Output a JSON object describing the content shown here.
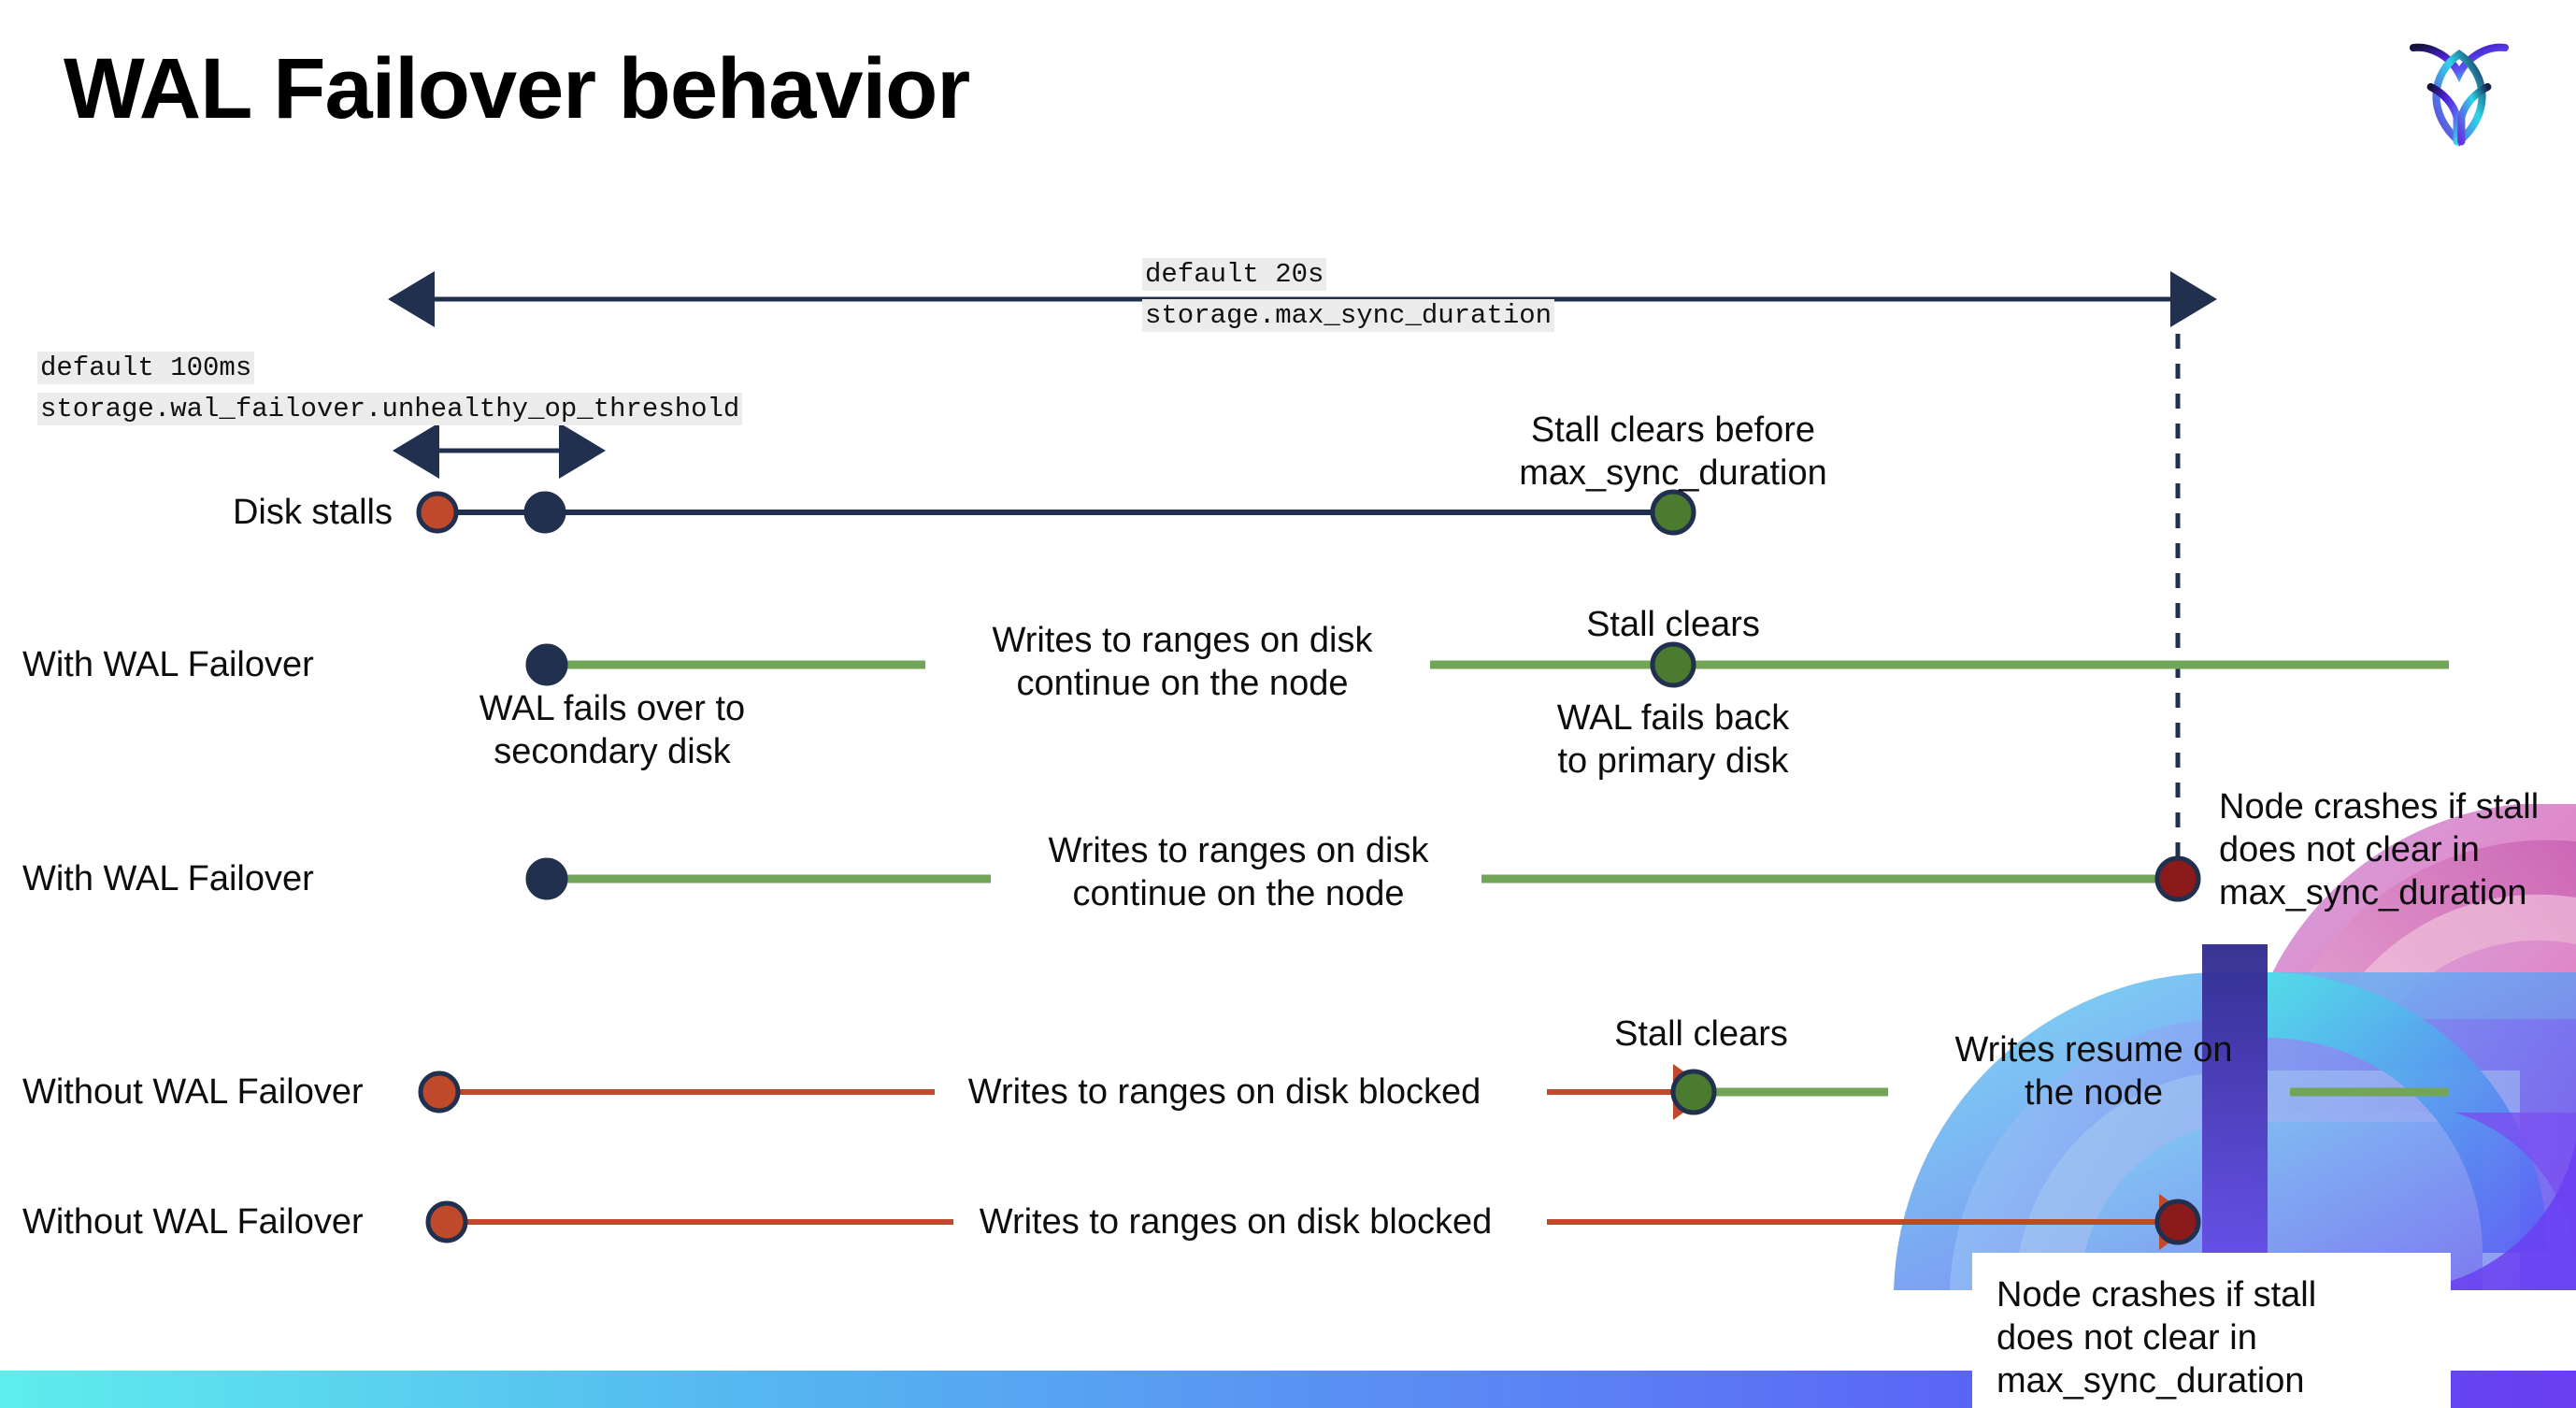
{
  "slide": {
    "title": "WAL Failover behavior",
    "logo_name": "cockroachdb-logo"
  },
  "annotations": {
    "max_sync": {
      "line1": "default 20s",
      "line2": "storage.max_sync_duration"
    },
    "unhealthy": {
      "line1": "default 100ms",
      "line2": "storage.wal_failover.unhealthy_op_threshold"
    }
  },
  "rows": [
    {
      "label": "Disk stalls",
      "notes": {
        "stall_clears_before": "Stall clears before\nmax_sync_duration"
      }
    },
    {
      "label": "With WAL Failover",
      "notes": {
        "writes_continue": "Writes to ranges on disk\ncontinue on the node",
        "fails_over": "WAL fails over to\nsecondary disk",
        "stall_clears": "Stall clears",
        "fails_back": "WAL fails  back\nto primary disk"
      }
    },
    {
      "label": "With WAL Failover",
      "notes": {
        "writes_continue": "Writes to ranges on disk\ncontinue on the node",
        "node_crashes": "Node crashes if stall\ndoes not clear in\nmax_sync_duration"
      }
    },
    {
      "label": "Without WAL Failover",
      "notes": {
        "writes_blocked": "Writes to ranges on disk  blocked",
        "stall_clears": "Stall clears",
        "writes_resume": "Writes resume on\nthe node"
      }
    },
    {
      "label": "Without WAL Failover",
      "notes": {
        "writes_blocked": "Writes to ranges on disk  blocked",
        "node_crashes": "Node crashes if stall\ndoes not clear in\nmax_sync_duration"
      }
    }
  ],
  "text": {
    "row0_label": "Disk stalls",
    "row0_stall_clears_before_l1": "Stall clears before",
    "row0_stall_clears_before_l2": "max_sync_duration",
    "row1_label": "With WAL Failover",
    "row1_writes_l1": "Writes to ranges on disk",
    "row1_writes_l2": "continue on the node",
    "row1_failover_l1": "WAL fails over to",
    "row1_failover_l2": "secondary disk",
    "row1_stall_clears": "Stall clears",
    "row1_failback_l1": "WAL fails  back",
    "row1_failback_l2": "to primary disk",
    "row2_label": "With WAL Failover",
    "row2_writes_l1": "Writes to ranges on disk",
    "row2_writes_l2": "continue on the node",
    "row2_crash_l1": "Node crashes if stall",
    "row2_crash_l2": "does not clear in",
    "row2_crash_l3": "max_sync_duration",
    "row3_label": "Without WAL Failover",
    "row3_writes_blocked": "Writes to ranges on disk  blocked",
    "row3_stall_clears": "Stall clears",
    "row3_resume_l1": "Writes resume on",
    "row3_resume_l2": "the node",
    "row4_label": "Without WAL Failover",
    "row4_writes_blocked": "Writes to ranges on disk  blocked",
    "row4_crash_l1": "Node crashes if stall",
    "row4_crash_l2": "does not clear in",
    "row4_crash_l3": "max_sync_duration",
    "code_max_sync_l1": "default 20s",
    "code_max_sync_l2": "storage.max_sync_duration",
    "code_unhealthy_l1": "default 100ms",
    "code_unhealthy_l2": "storage.wal_failover.unhealthy_op_threshold"
  },
  "colors": {
    "navy": "#22304f",
    "orange": "#c0482b",
    "green_dot": "#4a7b2e",
    "green_line": "#72a557",
    "dark_red": "#8b1a1a",
    "code_bg": "#ececec",
    "bar_cyan": "#5eeded",
    "bar_blue": "#5a4ff5"
  }
}
